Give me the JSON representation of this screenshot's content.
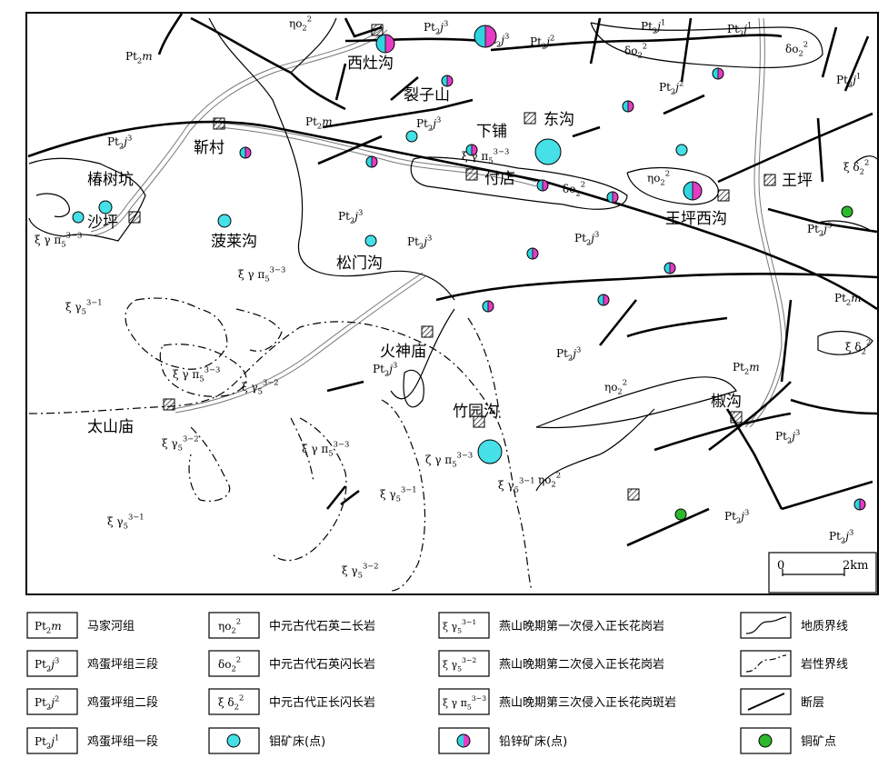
{
  "map": {
    "scale": {
      "zero": "0",
      "distance": "2km"
    },
    "places": [
      {
        "id": "xizhuanggou",
        "name": "西灶沟"
      },
      {
        "id": "liezishan",
        "name": "裂子山"
      },
      {
        "id": "xiapu",
        "name": "下铺"
      },
      {
        "id": "donggou",
        "name": "东沟"
      },
      {
        "id": "jincun",
        "name": "靳村"
      },
      {
        "id": "chunshukeng",
        "name": "椿树坑"
      },
      {
        "id": "shaping",
        "name": "沙坪"
      },
      {
        "id": "bolaigou",
        "name": "菠莱沟"
      },
      {
        "id": "fudian",
        "name": "付店"
      },
      {
        "id": "wangping",
        "name": "王坪"
      },
      {
        "id": "wangpingxigou",
        "name": "王坪西沟"
      },
      {
        "id": "songmengou",
        "name": "松门沟"
      },
      {
        "id": "huoshenmiao",
        "name": "火神庙"
      },
      {
        "id": "zhuyuangou",
        "name": "竹园沟"
      },
      {
        "id": "taishanmiao",
        "name": "太山庙"
      },
      {
        "id": "jiaogou",
        "name": "椒沟"
      }
    ],
    "units": {
      "Pt2m": {
        "base": "Pt",
        "sub": "2",
        "suf": "m",
        "sup": ""
      },
      "Pt2j1": {
        "base": "Pt",
        "sub": "2",
        "suf": "j",
        "sup": "1"
      },
      "Pt2j2": {
        "base": "Pt",
        "sub": "2",
        "suf": "j",
        "sup": "2"
      },
      "Pt2j3": {
        "base": "Pt",
        "sub": "2",
        "suf": "j",
        "sup": "3"
      },
      "eta": {
        "base": "ηo",
        "sub": "2",
        "suf": "",
        "sup": "2"
      },
      "delta": {
        "base": "δo",
        "sub": "2",
        "suf": "",
        "sup": "2"
      },
      "xd": {
        "base": "ξ δ",
        "sub": "2",
        "suf": "",
        "sup": "2"
      },
      "xg31": {
        "base": "ξ γ",
        "sub": "5",
        "suf": "",
        "sup": "3−1"
      },
      "xg32": {
        "base": "ξ γ",
        "sub": "5",
        "suf": "",
        "sup": "3−2"
      },
      "xgp33": {
        "base": "ξ γ π",
        "sub": "5",
        "suf": "",
        "sup": "3−3"
      },
      "zgp33": {
        "base": "ζ γ π",
        "sub": "5",
        "suf": "",
        "sup": "3−3"
      }
    },
    "unit_labels": [
      "Pt2m",
      "Pt2j3",
      "Pt2j3",
      "Pt2j2",
      "Pt2j1",
      "Pt2j1",
      "delta",
      "delta",
      "eta",
      "Pt2j3",
      "Pt2j2",
      "Pt2j1",
      "Pt2m",
      "Pt2j3",
      "Pt2j3",
      "xgp33",
      "delta",
      "eta",
      "xd",
      "Pt2j3",
      "xgp33",
      "Pt2j3",
      "Pt2j3",
      "xgp33",
      "xg31",
      "Pt2m",
      "xgp33",
      "xg32",
      "Pt2j3",
      "Pt2j3",
      "eta",
      "xd",
      "Pt2m",
      "xg32",
      "xgp33",
      "zgp33",
      "xg31",
      "eta",
      "xg31",
      "Pt2j3",
      "xg31",
      "xg32",
      "Pt2j3",
      "Pt2j3"
    ]
  },
  "colors": {
    "mo": "#45e0e8",
    "pbzn_left": "#2fd4e0",
    "pbzn_right": "#e43cc4",
    "cu": "#2eb82e",
    "line": "#000000"
  },
  "legend": {
    "col1": [
      {
        "sym": "Pt2m",
        "label": "马家河组"
      },
      {
        "sym": "Pt2j3",
        "label": "鸡蛋坪组三段"
      },
      {
        "sym": "Pt2j2",
        "label": "鸡蛋坪组二段"
      },
      {
        "sym": "Pt2j1",
        "label": "鸡蛋坪组一段"
      }
    ],
    "col2": [
      {
        "sym": "eta",
        "label": "中元古代石英二长岩"
      },
      {
        "sym": "delta",
        "label": "中元古代石英闪长岩"
      },
      {
        "sym": "xd",
        "label": "中元古代正长闪长岩"
      },
      {
        "icon": "mo-deposit-icon",
        "label": "钼矿床(点)"
      }
    ],
    "col3": [
      {
        "sym": "xg31",
        "label": "燕山晚期第一次侵入正长花岗岩"
      },
      {
        "sym": "xg32",
        "label": "燕山晚期第二次侵入正长花岗岩"
      },
      {
        "sym": "xgp33",
        "label": "燕山晚期第三次侵入正长花岗斑岩"
      },
      {
        "icon": "pb-zn-deposit-icon",
        "label": "铅锌矿床(点)"
      }
    ],
    "col4": [
      {
        "icon": "geologic-boundary-icon",
        "label": "地质界线"
      },
      {
        "icon": "lithologic-boundary-icon",
        "label": "岩性界线"
      },
      {
        "icon": "fault-icon",
        "label": "断层"
      },
      {
        "icon": "cu-occurrence-icon",
        "label": "铜矿点"
      }
    ]
  }
}
